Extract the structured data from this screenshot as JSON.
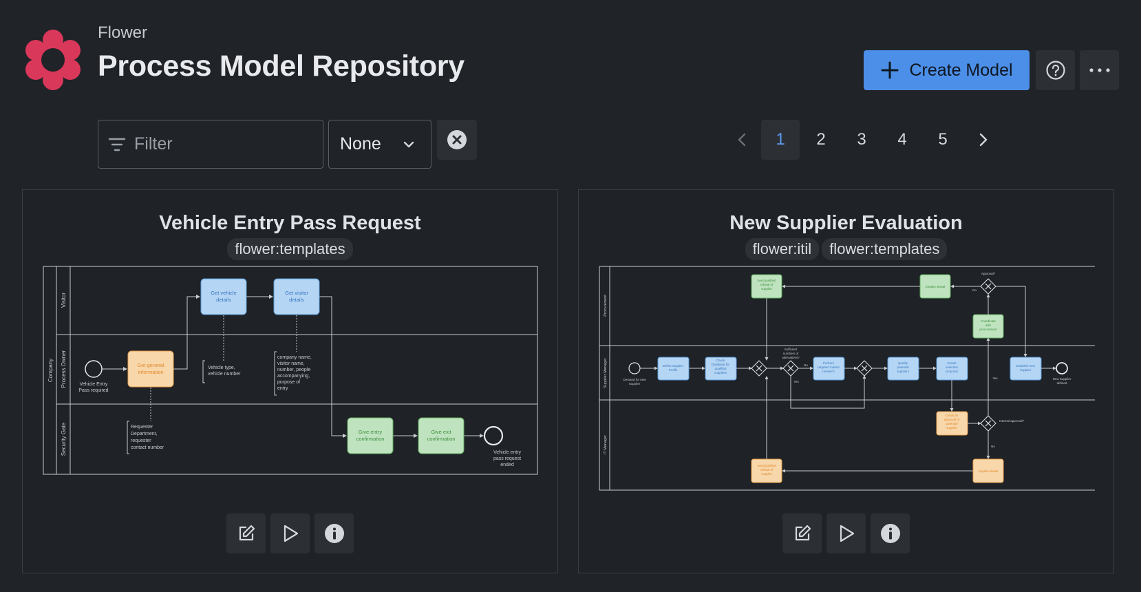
{
  "header": {
    "app_name": "Flower",
    "title": "Process Model Repository",
    "create_label": "Create Model",
    "logo_color": "#d9385a",
    "accent_color": "#4c8fe8"
  },
  "filter": {
    "placeholder": "Filter",
    "value": "",
    "select_value": "None"
  },
  "pagination": {
    "pages": [
      "1",
      "2",
      "3",
      "4",
      "5"
    ],
    "current": "1"
  },
  "icons": {
    "help": "help-circle-icon",
    "more": "more-horizontal-icon",
    "filter": "filter-lines-icon",
    "clear": "close-circle-icon",
    "edit": "edit-icon",
    "run": "play-icon",
    "info": "info-icon"
  },
  "cards": [
    {
      "title": "Vehicle Entry Pass Request",
      "tags": [
        "flower:templates"
      ],
      "diagram": {
        "pool": "Company",
        "lanes": [
          "Visitor",
          "Process Owner",
          "Security Gate"
        ],
        "start": [
          "Vehicle Entry",
          "Pass required"
        ],
        "tasks": {
          "general": [
            "Get general",
            "information"
          ],
          "vehicle": [
            "Get vehicle",
            "details"
          ],
          "visitor": [
            "Get visitor",
            "details"
          ],
          "entry": [
            "Give entry",
            "confirmation"
          ],
          "exit": [
            "Give exit",
            "confirmation"
          ]
        },
        "end": [
          "Vehicle entry",
          "pass request",
          "ended"
        ],
        "notes": {
          "vehicle": [
            "Vehicle type,",
            "vehicle number"
          ],
          "visitor": [
            "company name,",
            "visitor name,",
            "number, people",
            "accompanying,",
            "purpose of",
            "entry"
          ],
          "requester": [
            "Requester",
            "Department,",
            "requester",
            "contact number"
          ]
        }
      }
    },
    {
      "title": "New Supplier Evaluation",
      "tags": [
        "flower:itil",
        "flower:templates"
      ],
      "diagram": {
        "lanes": [
          "Procurement",
          "Supplier Manager",
          "IT Manager"
        ],
        "start": [
          "Demand for new",
          "Supplier"
        ],
        "end": [
          "New Supplier",
          "defined"
        ],
        "tasks": {
          "define": [
            "Define Supplier",
            "Profile"
          ],
          "check_db": [
            "Check",
            "Database for",
            "qualified",
            "suppliers"
          ],
          "research": [
            "Perform",
            "targeted market",
            "research"
          ],
          "qualify": [
            "Qualify",
            "potential",
            "suppliers"
          ],
          "selection": [
            "Create",
            "selection",
            "proposal"
          ],
          "establish": [
            "Establish new",
            "Supplier"
          ],
          "refusal_top": [
            "Send justified",
            "refusal of",
            "supplier"
          ],
          "explain_top": [
            "Explain denial"
          ],
          "coordinate": [
            "Coordinate",
            "with",
            "procurement"
          ],
          "check_approval": [
            "Check for",
            "approval of",
            "potential",
            "supplier"
          ],
          "refusal_bottom": [
            "Send justified",
            "refusal of",
            "supplier"
          ],
          "explain_bottom": [
            "Explain denial"
          ]
        },
        "gateway_labels": {
          "sufficient": [
            "Sufficient",
            "numbers of",
            "alternatives?"
          ],
          "approval": [
            "Approval?"
          ],
          "internal": [
            "Internal approval?"
          ]
        },
        "flow_labels": {
          "yes": "Yes",
          "no": "No"
        }
      }
    }
  ]
}
